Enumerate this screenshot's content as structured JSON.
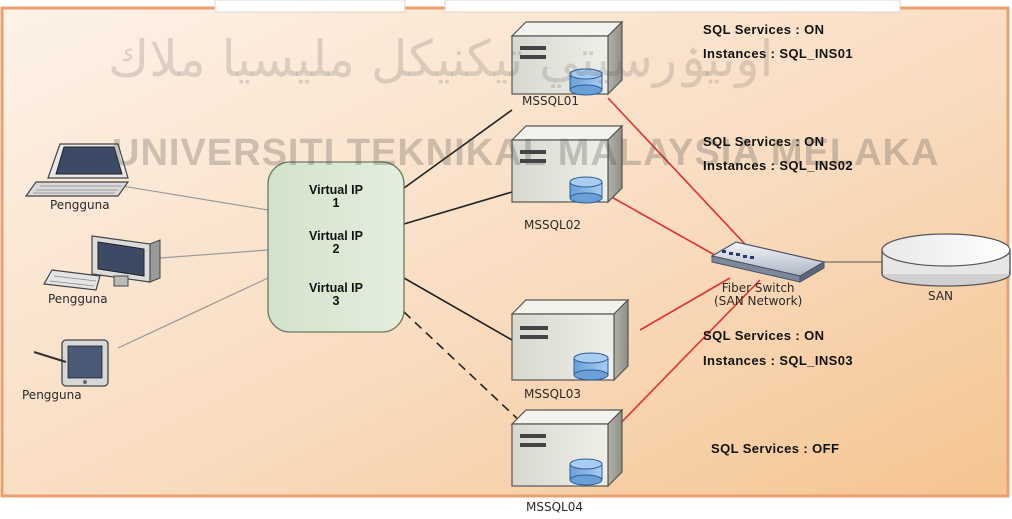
{
  "watermark": {
    "arabic_left": "اونيۏرسيتي تيكنيكل مليسيا ملاك",
    "university": "UNIVERSITI TEKNIKAL MALAYSIA MELAKA"
  },
  "clients": [
    {
      "label": "Pengguna",
      "device": "laptop-icon"
    },
    {
      "label": "Pengguna",
      "device": "desktop-computer-icon"
    },
    {
      "label": "Pengguna",
      "device": "tablet-icon"
    }
  ],
  "virtual_ips": [
    {
      "line1": "Virtual IP",
      "line2": "1"
    },
    {
      "line1": "Virtual IP",
      "line2": "2"
    },
    {
      "line1": "Virtual IP",
      "line2": "3"
    }
  ],
  "servers": [
    {
      "name": "MSSQL01",
      "services": "SQL Services : ON",
      "instances": "Instances : SQL_INS01"
    },
    {
      "name": "MSSQL02",
      "services": "SQL Services : ON",
      "instances": "Instances : SQL_INS02"
    },
    {
      "name": "MSSQL03",
      "services": "SQL Services : ON",
      "instances": "Instances : SQL_INS03"
    },
    {
      "name": "MSSQL04",
      "services": "SQL Services : OFF",
      "instances": ""
    }
  ],
  "fiber_switch": {
    "line1": "Fiber Switch",
    "line2": "(SAN Network)"
  },
  "san": {
    "label": "SAN"
  },
  "colors": {
    "background_light": "#fdf1e6",
    "background_dark": "#f6c89a",
    "frame": "#e8a070",
    "virtual_ip_box": "#dde9d5",
    "san_link": "#e03030",
    "client_link": "#999999",
    "server_link": "#222222"
  }
}
